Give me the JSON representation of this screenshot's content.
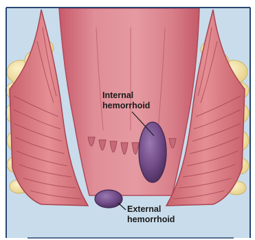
{
  "labels": {
    "internal": {
      "line1": "Internal",
      "line2": "hemorrhoid"
    },
    "external": {
      "line1": "External",
      "line2": "hemorrhoid"
    }
  },
  "colors": {
    "background": "#c9dceb",
    "frame": "#27456f",
    "canal_wall": "#d97b86",
    "muscle": "#d8757c",
    "fat": "#f3e3a6",
    "hemorrhoid": "#7a5590",
    "label_text": "#1a1a1a"
  }
}
